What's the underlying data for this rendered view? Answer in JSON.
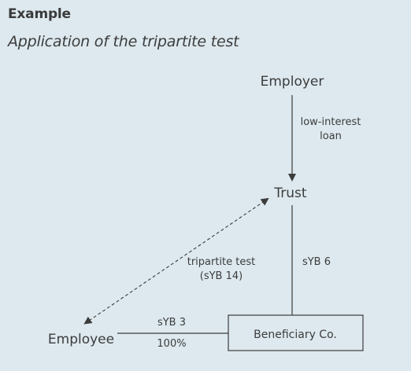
{
  "header": {
    "title": "Example",
    "subtitle": "Application of the tripartite test"
  },
  "diagram": {
    "nodes": {
      "employer": "Employer",
      "trust": "Trust",
      "employee": "Employee",
      "beneficiary_co": "Beneficiary Co."
    },
    "edges": {
      "employer_trust": [
        "low-interest",
        "loan"
      ],
      "trust_beneficiary": "sYB 6",
      "employee_trust": [
        "tripartite test",
        "(sYB 14)"
      ],
      "employee_beneficiary_top": "sYB 3",
      "employee_beneficiary_bottom": "100%"
    },
    "colors": {
      "background": "#dde9ef",
      "line": "#3c3c3c",
      "text": "#3c3c3c"
    }
  }
}
